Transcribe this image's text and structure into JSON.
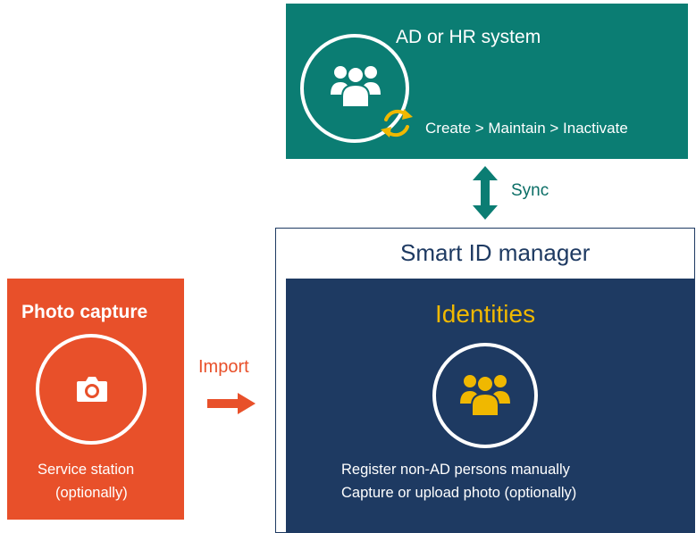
{
  "ad_system": {
    "title": "AD or HR system",
    "flow": "Create > Maintain > Inactivate"
  },
  "sync": {
    "label": "Sync"
  },
  "smart_id": {
    "title": "Smart ID manager",
    "identities": {
      "title": "Identities",
      "line1": "Register non-AD persons manually",
      "line2": "Capture or upload photo (optionally)"
    }
  },
  "photo_capture": {
    "title": "Photo capture",
    "line1": "Service station",
    "line2": "(optionally)"
  },
  "import": {
    "label": "Import"
  },
  "colors": {
    "teal": "#0b7d73",
    "navy": "#1e3a62",
    "orange": "#e8502a",
    "gold": "#f0b800",
    "white": "#ffffff"
  },
  "icons": {
    "ad_people": "people-group-icon",
    "ad_sync": "sync-cycle-icon",
    "sync_arrow": "double-arrow-vertical-icon",
    "identities_people": "people-group-icon",
    "camera": "camera-icon",
    "import_arrow": "arrow-right-icon"
  }
}
